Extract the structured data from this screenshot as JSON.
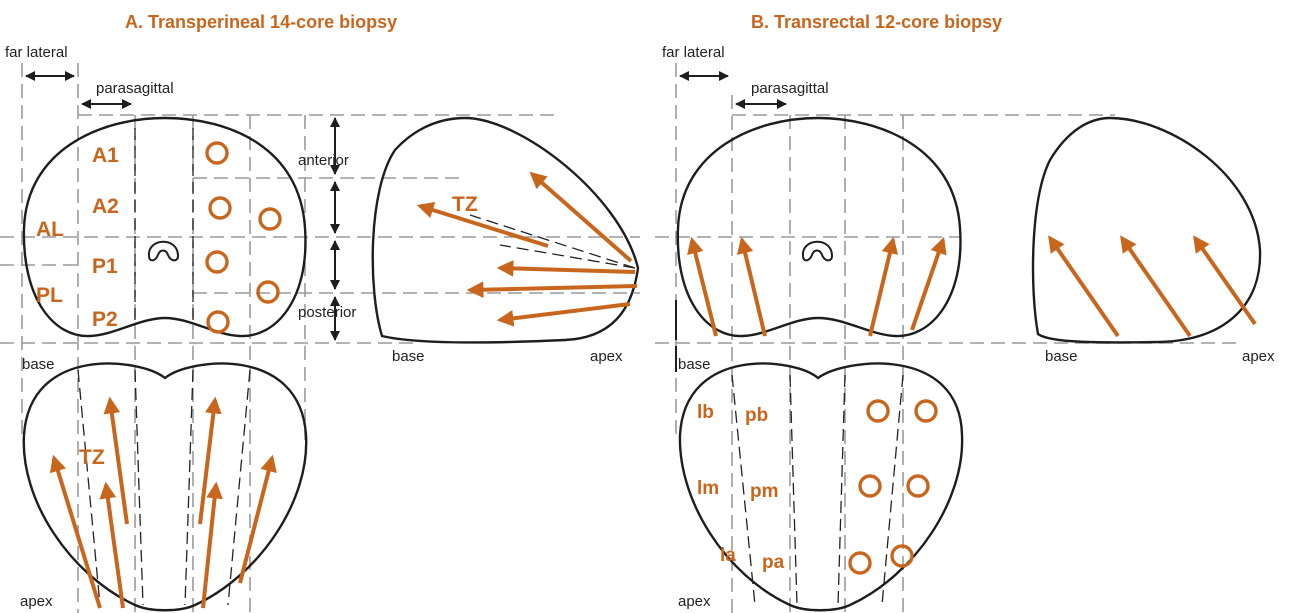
{
  "panel_a": {
    "title": "A. Transperineal 14-core biopsy",
    "labels": {
      "far_lateral": "far lateral",
      "parasagittal": "parasagittal",
      "anterior": "anterior",
      "posterior": "posterior",
      "base_side": "base",
      "apex_side": "apex",
      "base_bottom": "base",
      "apex_bottom": "apex"
    },
    "zones": {
      "a1": "A1",
      "a2": "A2",
      "al": "AL",
      "p1": "P1",
      "pl": "PL",
      "p2": "P2",
      "tz_side": "TZ",
      "tz_bottom": "TZ"
    }
  },
  "panel_b": {
    "title": "B. Transrectal 12-core biopsy",
    "labels": {
      "far_lateral": "far lateral",
      "parasagittal": "parasagittal",
      "base_side": "base",
      "apex_side": "apex",
      "base_bottom": "base",
      "apex_bottom": "apex"
    },
    "zones": {
      "lb": "lb",
      "pb": "pb",
      "lm": "lm",
      "pm": "pm",
      "la": "la",
      "pa": "pa"
    }
  },
  "colors": {
    "accent": "#c8661e",
    "outline": "#1e1e1e",
    "guide": "#9a9a9a"
  }
}
